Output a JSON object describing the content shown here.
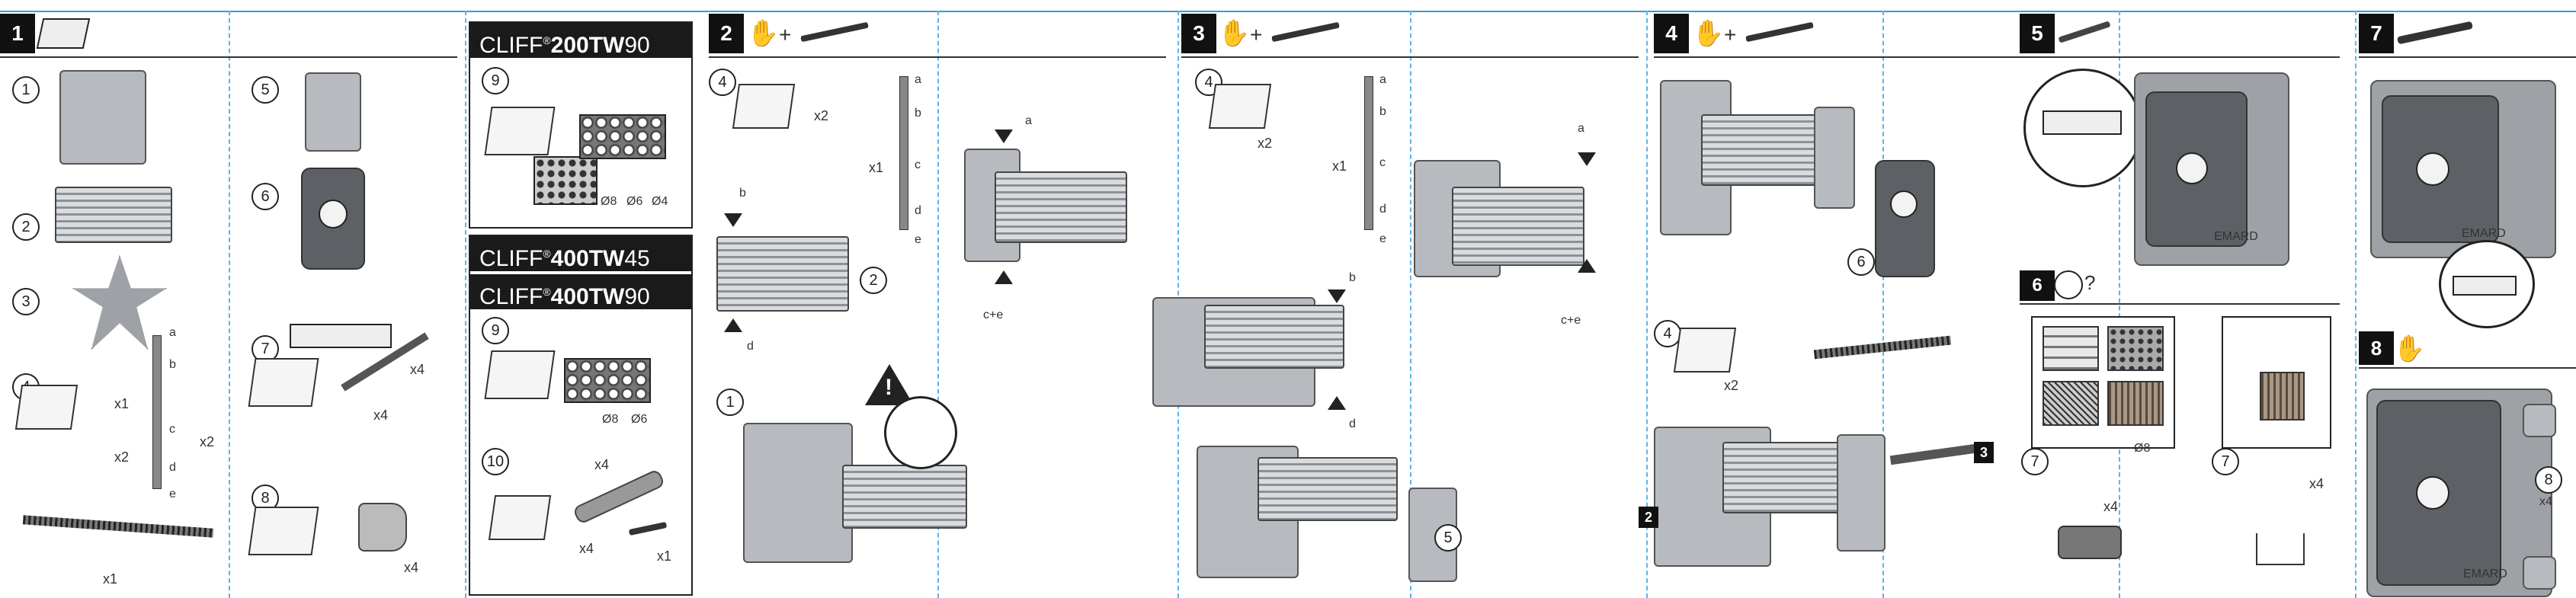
{
  "steps": [
    {
      "no": "1"
    },
    {
      "no": "2"
    },
    {
      "no": "3"
    },
    {
      "no": "4"
    },
    {
      "no": "5"
    },
    {
      "no": "6"
    },
    {
      "no": "7"
    },
    {
      "no": "8"
    }
  ],
  "parts": {
    "p1": "1",
    "p2": "2",
    "p3": "3",
    "p4": "4",
    "p5": "5",
    "p6": "6",
    "p7": "7",
    "p8": "8"
  },
  "sublabels": {
    "a": "a",
    "b": "b",
    "c": "c",
    "d": "d",
    "e": "e",
    "ce": "c+e"
  },
  "quantities": {
    "x1": "x1",
    "x2": "x2",
    "x4": "x4"
  },
  "kits": {
    "kit1_title_prefix": "CLIFF",
    "kit1_title_bold": "200TW",
    "kit1_title_suffix": "90",
    "kit2_title_prefix": "CLIFF",
    "kit2_title_bold": "400TW",
    "kit2_title_suffix": "45",
    "kit3_title_prefix": "CLIFF",
    "kit3_title_bold": "400TW",
    "kit3_title_suffix": "90",
    "reg": "®",
    "kit_part_9": "9",
    "kit_part_10": "10"
  },
  "diameters": {
    "d8": "Ø8",
    "d6": "Ø6",
    "d4": "Ø4"
  },
  "misc": {
    "question": "?",
    "brand": "EMARD",
    "x1_bottom": "x1"
  },
  "colors": {
    "accent_line": "#3a9ad9",
    "step_bg": "#111111"
  }
}
